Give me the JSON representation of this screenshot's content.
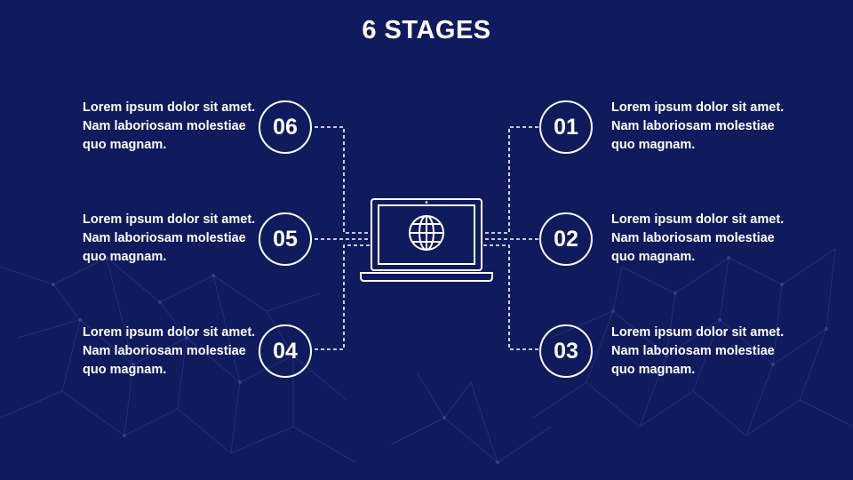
{
  "slide": {
    "title": "6 STAGES"
  },
  "center": {
    "icon": "laptop-globe-icon"
  },
  "stages_left": [
    {
      "number": "06",
      "text": "Lorem ipsum dolor sit amet. Nam laboriosam molestiae quo magnam."
    },
    {
      "number": "05",
      "text": "Lorem ipsum dolor sit amet. Nam laboriosam molestiae quo magnam."
    },
    {
      "number": "04",
      "text": "Lorem ipsum dolor sit amet. Nam laboriosam molestiae quo magnam."
    }
  ],
  "stages_right": [
    {
      "number": "01",
      "text": "Lorem ipsum dolor sit amet. Nam laboriosam molestiae quo magnam."
    },
    {
      "number": "02",
      "text": "Lorem ipsum dolor sit amet. Nam laboriosam molestiae quo magnam."
    },
    {
      "number": "03",
      "text": "Lorem ipsum dolor sit amet. Nam laboriosam molestiae quo magnam."
    }
  ],
  "colors": {
    "background": "#101b5e",
    "foreground": "#ffffff",
    "network_lines": "#2a3a86"
  }
}
